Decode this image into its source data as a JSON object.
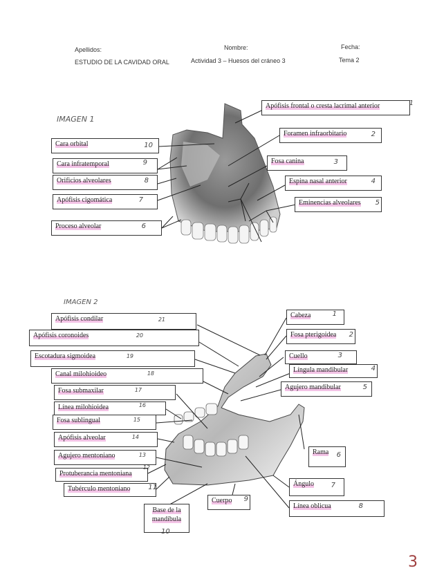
{
  "header": {
    "apellidos": "Apellidos:",
    "nombre": "Nombre:",
    "fecha": "Fecha:",
    "course": "ESTUDIO DE LA CAVIDAD ORAL",
    "activity": "Actividad 3 – Huesos del cráneo 3",
    "tema": "Tema 2"
  },
  "image1": {
    "heading": "IMAGEN 1",
    "labels": [
      {
        "text": "Apófisis frontal o cresta lacrimal anterior",
        "num": "1"
      },
      {
        "text": "Foramen infraorbitario",
        "num": "2"
      },
      {
        "text": "Fosa canina",
        "num": "3"
      },
      {
        "text": "Espina nasal anterior",
        "num": "4"
      },
      {
        "text": "Eminencias alveolares",
        "num": "5"
      },
      {
        "text": "Proceso alveolar",
        "num": "6"
      },
      {
        "text": "Apófisis cigomática",
        "num": "7"
      },
      {
        "text": "Orificios alveolares",
        "num": "8"
      },
      {
        "text": "Cara infratemporal",
        "num": "9"
      },
      {
        "text": "Cara orbital",
        "num": "10"
      }
    ]
  },
  "image2": {
    "heading": "IMAGEN 2",
    "labels": [
      {
        "text": "Cabeza",
        "num": "1"
      },
      {
        "text": "Fosa pterigoidea",
        "num": "2"
      },
      {
        "text": "Cuello",
        "num": "3"
      },
      {
        "text": "Língula mandibular",
        "num": "4"
      },
      {
        "text": "Agujero mandibular",
        "num": "5"
      },
      {
        "text": "Rama",
        "num": "6"
      },
      {
        "text": "Ángulo",
        "num": "7"
      },
      {
        "text": "Línea oblicua",
        "num": "8"
      },
      {
        "text": "Cuerpo",
        "num": "9"
      },
      {
        "text": "Base de la mandíbula",
        "num": "10"
      },
      {
        "text": "Tubérculo mentoniano",
        "num": "11"
      },
      {
        "text": "Protuberancia mentoniana",
        "num": "12"
      },
      {
        "text": "Agujero mentoniano",
        "num": "13"
      },
      {
        "text": "Apófisis alveolar",
        "num": "14"
      },
      {
        "text": "Fosa sublingual",
        "num": "15"
      },
      {
        "text": "Línea milohioidea",
        "num": "16"
      },
      {
        "text": "Fosa submaxilar",
        "num": "17"
      },
      {
        "text": "Canal milohioideo",
        "num": "18"
      },
      {
        "text": "Escotadura sigmoidea",
        "num": "19"
      },
      {
        "text": "Apófisis coronoides",
        "num": "20"
      },
      {
        "text": "Apófisis condilar",
        "num": "21"
      }
    ]
  },
  "page_number": "3"
}
